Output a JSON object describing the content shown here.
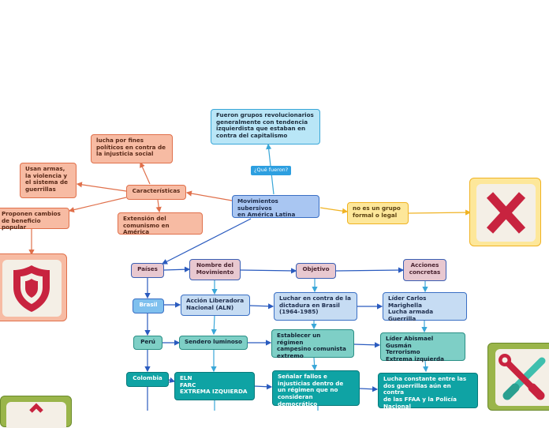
{
  "nodes": {
    "definition": "Fueron grupos revolucionarios\ngeneralmente con tendencia\nizquierdista que estaban en\ncontra del capitalismo",
    "question_tag": "¿Qué fueron?",
    "goals": "lucha por fines\npolíticos en contra de\nla injusticia social",
    "characteristics": "Características",
    "weapons": "Usan armas,\nla violencia y\nel sistema de\nguerrillas",
    "proposals": "Proponen cambios\nde beneficio popular",
    "extension": "Extensión del\ncomunismo en América",
    "central": "Movimientos subersivos\nen América Latina",
    "informal": "no es un grupo\nformal o legal",
    "countries": "Países",
    "movement_name": "Nombre del\nMovimiento",
    "objective": "Objetivo",
    "actions": "Acciones\nconcretas",
    "brasil": "Brasil",
    "aln": "Acción Liberadora\nNacional (ALN)",
    "aln_objective": "Luchar en contra de la\ndictadura en Brasil\n(1964-1985)",
    "aln_actions": "Líder Carlos Marighella\nLucha armada\nGuerrilla",
    "peru": "Perú",
    "sendero": "Sendero luminoso",
    "sendero_objective": "Establecer un régimen\ncampesino comunista\nextremo",
    "sendero_actions": "Líder Abismael Gusmán\nTerrorismo\nExtrema izquierda",
    "colombia": "Colombia",
    "colombia_groups": "ELN\nFARC\nEXTREMA IZQUIERDA",
    "colombia_objective": "Señalar fallos e\ninjusticias dentro de\nun régimen que no\nconsideran democrático",
    "colombia_actions": "Lucha constante entre las\ndos guerrillas aún en contra\nde las FFAA y la Policía\nNacional"
  },
  "icons": {
    "cross": "cross-icon",
    "shield": "shield-icon",
    "tools": "wrench-screwdriver-icon",
    "partial": "icon"
  },
  "colors": {
    "blue": "#3aa7d8",
    "salmon": "#e0704b",
    "yellow": "#f0b323",
    "navy": "#2a5bbf",
    "teal": "#0fa3a4"
  }
}
